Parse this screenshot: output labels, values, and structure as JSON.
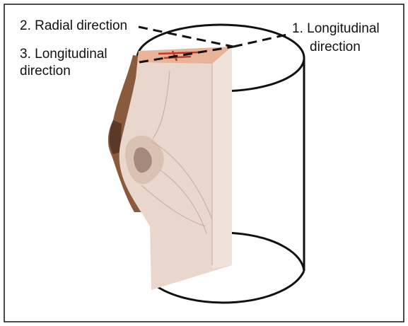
{
  "labels": {
    "radial": "2. Radial direction",
    "longitudinal_left_line1": "3. Longitudinal",
    "longitudinal_left_line2": "direction",
    "longitudinal_right_line1": "1.  Longitudinal",
    "longitudinal_right_line2": "direction"
  },
  "colors": {
    "outline": "#111111",
    "wood": "#e9d6cc",
    "wood_shadow": "#d9c1b4",
    "bark": "#8a5a3c",
    "bark_dark": "#5a3a26",
    "end_grain": "#e7b49a",
    "end_grain_mark": "#c0392b"
  },
  "icons": {
    "specimen": "wood-block-photo"
  }
}
